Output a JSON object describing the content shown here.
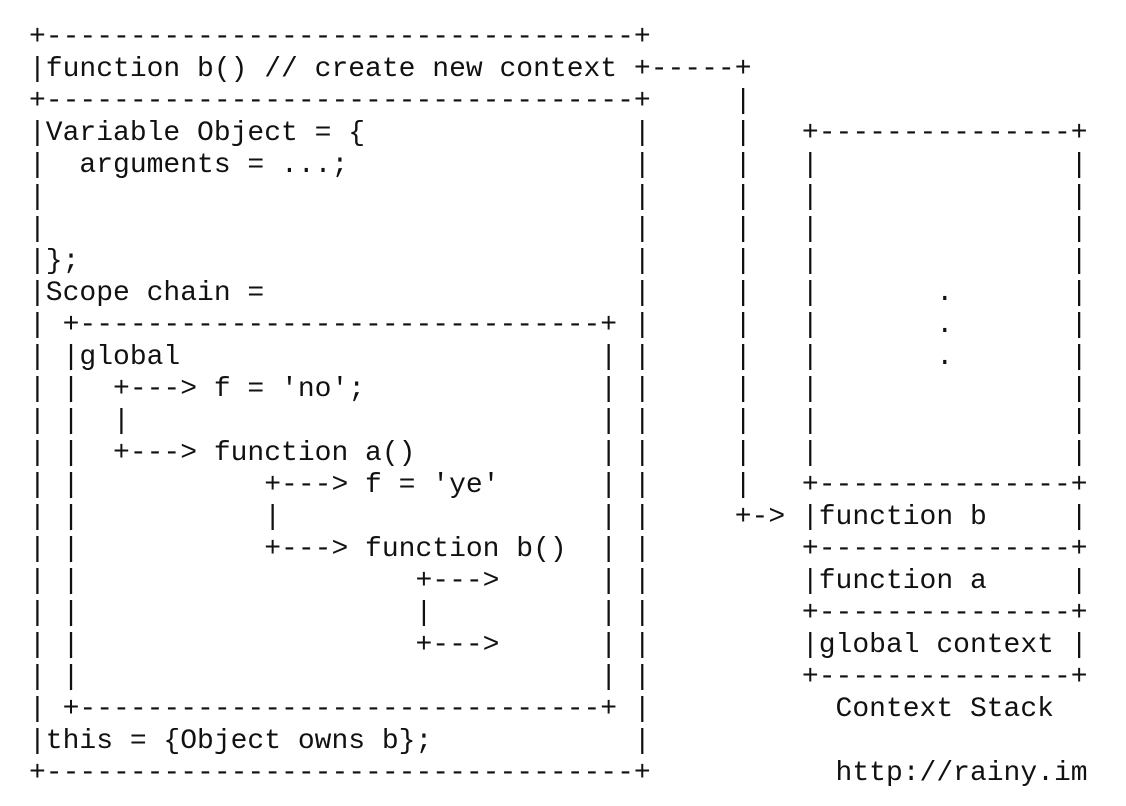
{
  "colors": {
    "text": "#111111",
    "background": "#ffffff"
  },
  "lines": [
    "+-----------------------------------+",
    "|function b() // create new context +-----+",
    "+-----------------------------------+     |",
    "|Variable Object = {                |     |   +---------------+",
    "|  arguments = ...;                 |     |   |               |",
    "|                                   |     |   |               |",
    "|                                   |     |   |               |",
    "|};                                 |     |   |               |",
    "|Scope chain =                      |     |   |       .       |",
    "| +-------------------------------+ |     |   |       .       |",
    "| |global                         | |     |   |       .       |",
    "| |  +---> f = 'no';              | |     |   |               |",
    "| |  |                            | |     |   |               |",
    "| |  +---> function a()           | |     |   |               |",
    "| |           +---> f = 'ye'      | |     |   +---------------+",
    "| |           |                   | |     +-> |function b     |",
    "| |           +---> function b()  | |         +---------------+",
    "| |                    +--->      | |         |function a     |",
    "| |                    |          | |         +---------------+",
    "| |                    +--->      | |         |global context |",
    "| |                               | |         +---------------+",
    "| +-------------------------------+ |           Context Stack",
    "|this = {Object owns b};            |",
    "+-----------------------------------+           http://rainy.im"
  ]
}
